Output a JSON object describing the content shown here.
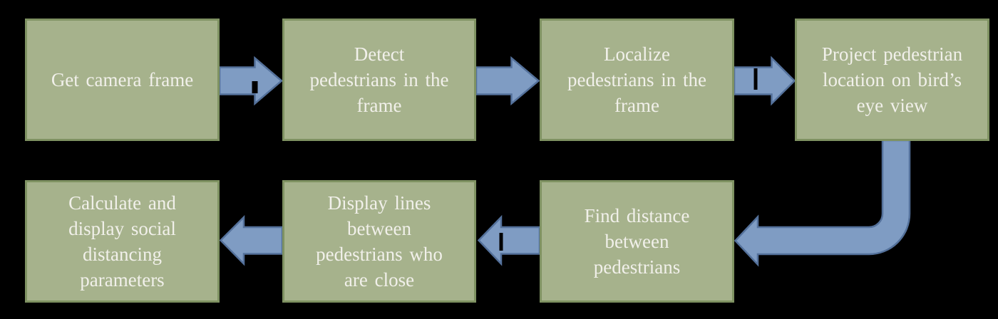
{
  "diagram": {
    "type": "flowchart",
    "steps": [
      {
        "label": "Get camera frame"
      },
      {
        "label": "Detect\npedestrians in the\nframe"
      },
      {
        "label": "Localize\npedestrians in the\nframe"
      },
      {
        "label": "Project pedestrian\nlocation on bird’s\neye view"
      },
      {
        "label": "Find distance\nbetween\npedestrians"
      },
      {
        "label": "Display lines\nbetween\npedestrians who\nare close"
      },
      {
        "label": "Calculate and\ndisplay social\ndistancing\nparameters"
      }
    ],
    "edges": [
      [
        0,
        1
      ],
      [
        1,
        2
      ],
      [
        2,
        3
      ],
      [
        3,
        4
      ],
      [
        4,
        5
      ],
      [
        5,
        6
      ]
    ],
    "colors": {
      "background": "#000000",
      "box_fill": "#a6b28c",
      "box_border": "#7f9262",
      "text": "#f1f0ea",
      "arrow_fill": "#7f9cc3",
      "arrow_stroke": "#54719b"
    }
  }
}
